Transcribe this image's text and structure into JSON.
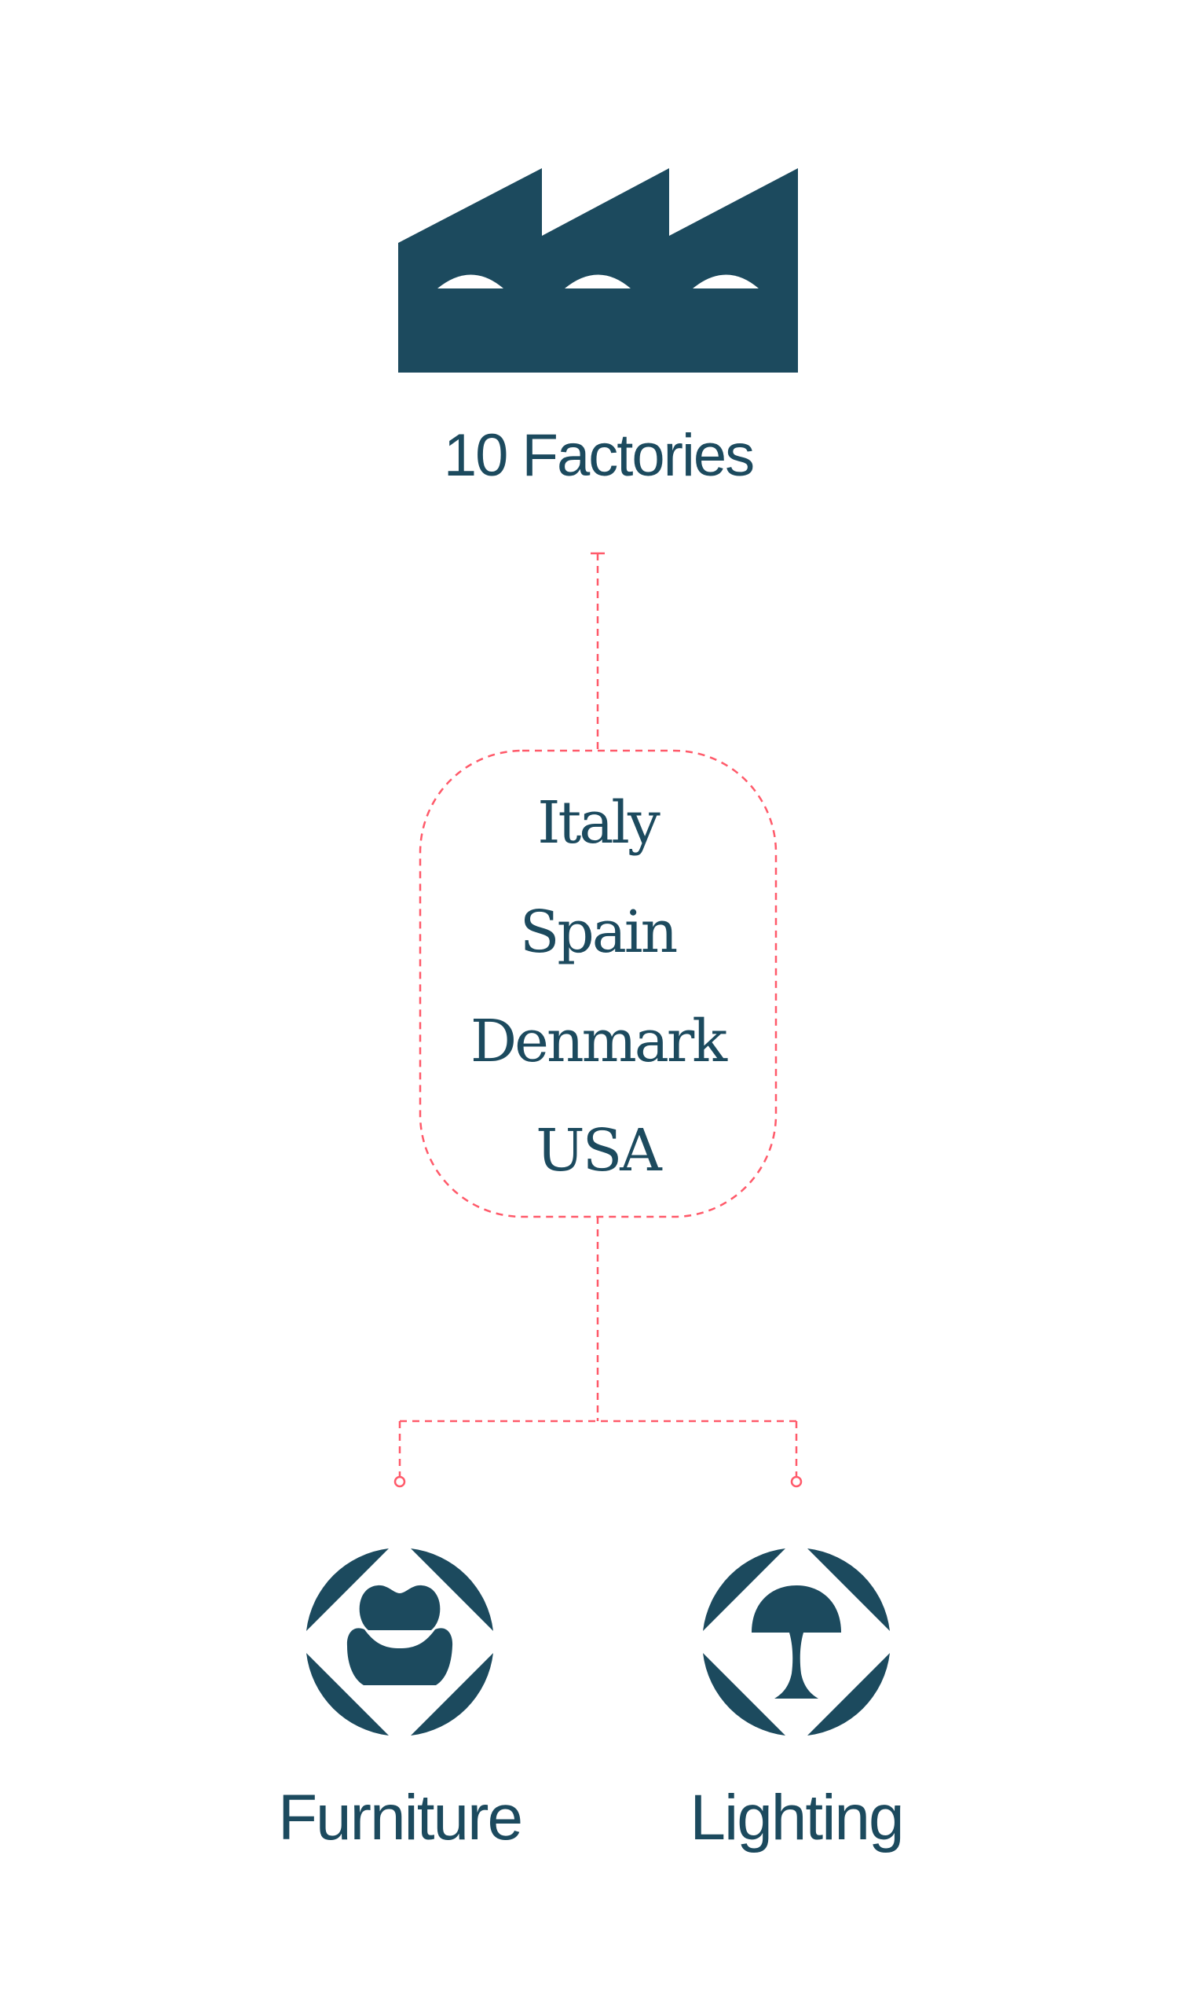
{
  "colors": {
    "primary": "#1c4a5e",
    "connector": "#ff5a6a",
    "background": "#ffffff"
  },
  "top": {
    "icon": "factory-icon",
    "label": "10 Factories"
  },
  "countries": [
    "Italy",
    "Spain",
    "Denmark",
    "USA"
  ],
  "categories": [
    {
      "icon": "armchair-icon",
      "label": "Furniture"
    },
    {
      "icon": "lamp-icon",
      "label": "Lighting"
    }
  ]
}
